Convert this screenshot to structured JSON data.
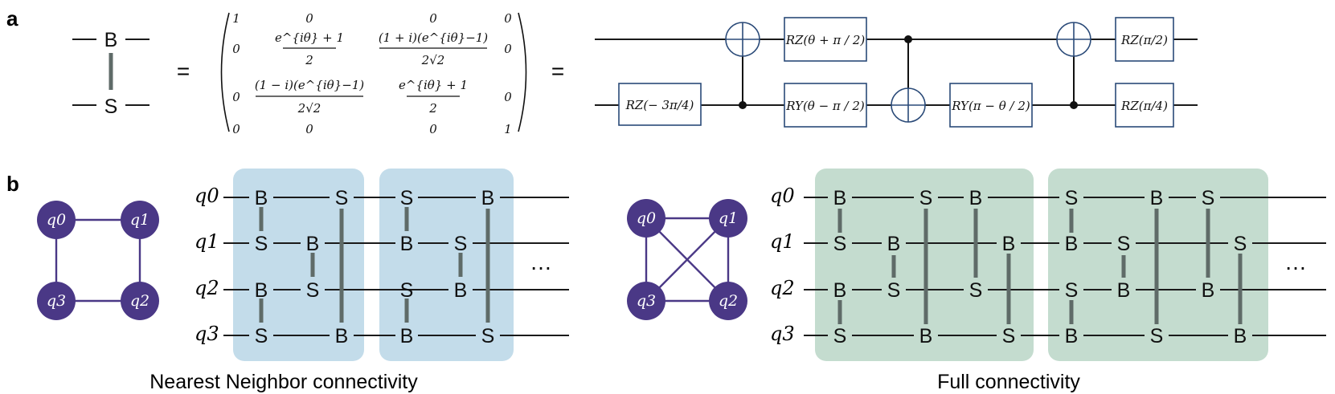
{
  "panel_a": {
    "label": "a",
    "block_top": "B",
    "block_bottom": "S",
    "equals": "=",
    "matrix": {
      "r0": [
        "1",
        "0",
        "0",
        "0"
      ],
      "r1_c0": "0",
      "r1_c1_num": "e^{iθ} + 1",
      "r1_c1_den": "2",
      "r1_c2_num": "(1 + i)(e^{iθ}−1)",
      "r1_c2_den": "2√2",
      "r1_c3": "0",
      "r2_c0": "0",
      "r2_c1_num": "(1 − i)(e^{iθ}−1)",
      "r2_c1_den": "2√2",
      "r2_c2_num": "e^{iθ} + 1",
      "r2_c2_den": "2",
      "r2_c3": "0",
      "r3": [
        "0",
        "0",
        "0",
        "1"
      ]
    },
    "gates": {
      "rz_neg3pi4": "RZ(− 3π/4)",
      "rz_theta_plus_pi": "RZ(θ + π / 2)",
      "ry_theta_minus_pi": "RY(θ − π / 2)",
      "ry_pi_minus_theta": "RY(π − θ / 2)",
      "rz_pi2": "RZ(π/2)",
      "rz_pi4": "RZ(π/4)"
    }
  },
  "panel_b": {
    "label": "b",
    "qubits": [
      "q0",
      "q1",
      "q2",
      "q3"
    ],
    "nn_caption": "Nearest Neighbor connectivity",
    "full_caption": "Full connectivity",
    "ellipsis": "…",
    "nn_color": "#c3dcea",
    "full_color": "#c4dccf",
    "node_color": "#4a3886"
  }
}
